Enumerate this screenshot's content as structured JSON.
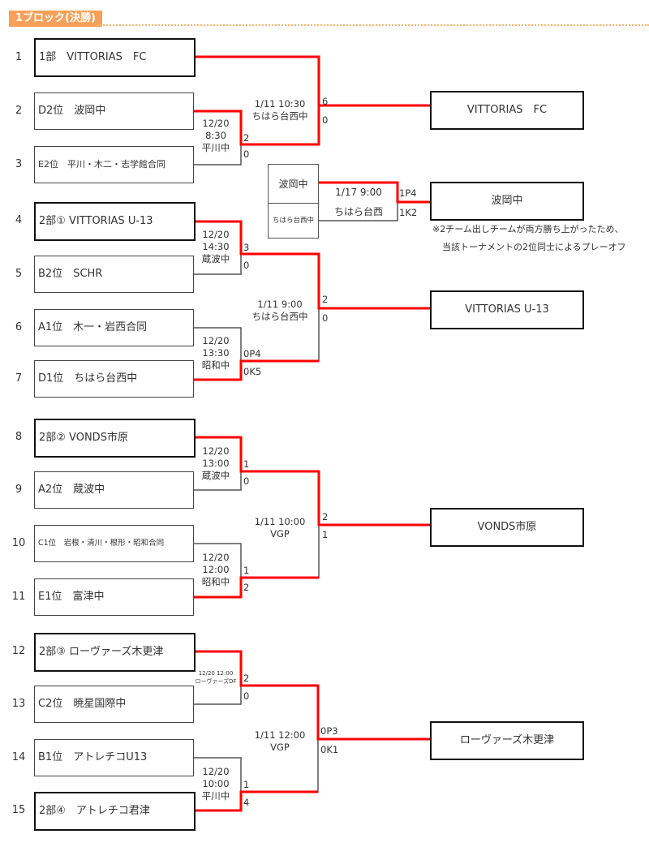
{
  "title": "1ブロック(決勝)",
  "teams": [
    {
      "no": "1",
      "name": "1部　VITTORIAS　FC"
    },
    {
      "no": "2",
      "name": "D2位　波岡中"
    },
    {
      "no": "3",
      "name": "E2位　平川・木二・志学館合同"
    },
    {
      "no": "4",
      "name": "2部①  VITTORIAS U-13"
    },
    {
      "no": "5",
      "name": "B2位　SCHR"
    },
    {
      "no": "6",
      "name": "A1位　木一・岩西合同"
    },
    {
      "no": "7",
      "name": "D1位　ちはら台西中"
    },
    {
      "no": "8",
      "name": "2部②  VONDS市原"
    },
    {
      "no": "9",
      "name": "A2位　蔵波中"
    },
    {
      "no": "10",
      "name": "C1位　岩根・清川・根形・昭和合同"
    },
    {
      "no": "11",
      "name": "E1位　富津中"
    },
    {
      "no": "12",
      "name": "2部③  ローヴァーズ木更津"
    },
    {
      "no": "13",
      "name": "C2位　暁星国際中"
    },
    {
      "no": "14",
      "name": "B1位　アトレチコU13"
    },
    {
      "no": "15",
      "name": "2部④　アトレチコ君津"
    }
  ],
  "round1": [
    {
      "lines": [
        "12/20",
        "8:30",
        "平川中"
      ],
      "scores": [
        "2",
        "0"
      ]
    },
    {
      "lines": [
        "12/20",
        "14:30",
        "蔵波中"
      ],
      "scores": [
        "3",
        "0"
      ]
    },
    {
      "lines": [
        "12/20",
        "13:30",
        "昭和中"
      ],
      "scores": [
        "0P4",
        "0K5"
      ]
    },
    {
      "lines": [
        "12/20",
        "13:00",
        "蔵波中"
      ],
      "scores": [
        "1",
        "0"
      ]
    },
    {
      "lines": [
        "12/20",
        "12:00",
        "昭和中"
      ],
      "scores": [
        "1",
        "2"
      ]
    },
    {
      "lines": [
        "12/20 12:00",
        "ローヴァーズDF"
      ],
      "scores": [
        "2",
        "0"
      ]
    },
    {
      "lines": [
        "12/20",
        "10:00",
        "平川中"
      ],
      "scores": [
        "1",
        "4"
      ]
    }
  ],
  "semis": [
    {
      "lines": [
        "1/11 10:30",
        "ちはら台西中"
      ],
      "scores": [
        "6",
        "0"
      ],
      "winner": "VITTORIAS　FC"
    },
    {
      "lines": [
        "1/11 9:00",
        "ちはら台西中"
      ],
      "scores": [
        "2",
        "0"
      ],
      "winner": "VITTORIAS U-13"
    },
    {
      "lines": [
        "1/11 10:00",
        "VGP"
      ],
      "scores": [
        "2",
        "1"
      ],
      "winner": "VONDS市原"
    },
    {
      "lines": [
        "1/11 12:00",
        "VGP"
      ],
      "scores": [
        "0P3",
        "0K1"
      ],
      "winner": "ローヴァーズ木更津"
    }
  ],
  "playoff": {
    "team_a": "波岡中",
    "team_b": "ちはら台西中",
    "date": "1/17 9:00",
    "venue": "ちはら台西",
    "scores": [
      "1P4",
      "1K2"
    ],
    "winner": "波岡中",
    "note_line1": "※2チーム出しチームが両方勝ち上がったため、",
    "note_line2": "当該トーナメントの2位同士によるプレーオフ"
  },
  "colors": {
    "winner_line": "#FF0000",
    "line": "#555555",
    "title_bg": "#F7A05A"
  }
}
